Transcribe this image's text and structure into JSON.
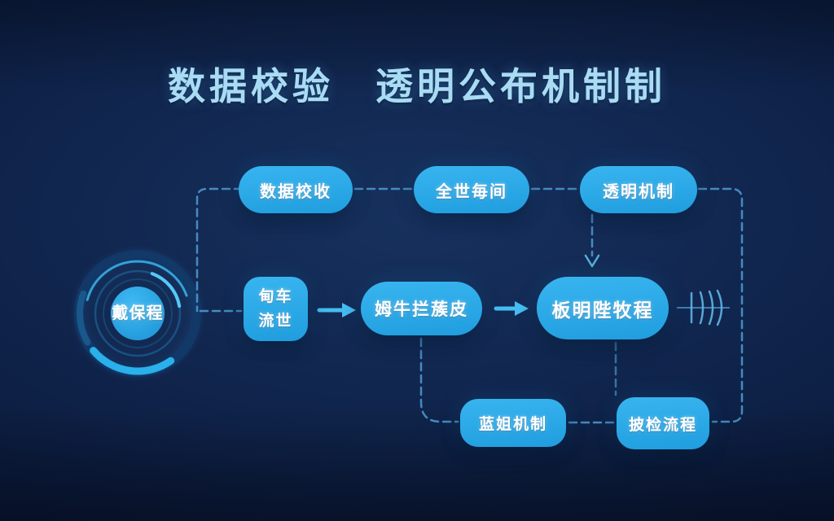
{
  "title": {
    "text": "数据校验　透明公布机制制"
  },
  "hub": {
    "label": "戴保程"
  },
  "nodes": {
    "top": [
      {
        "label": "数据校收"
      },
      {
        "label": "全世毎间"
      },
      {
        "label": "透明机制"
      }
    ],
    "flow_box": {
      "line1": "甸车",
      "line2": "流世"
    },
    "flow_mid": {
      "label": "姆牛拦蔟皮"
    },
    "flow_right": {
      "label": "板明陛牧程"
    },
    "bottom": [
      {
        "label": "蓝姐机制"
      },
      {
        "label": "披检流程"
      }
    ]
  },
  "icons": {
    "arrow_right": "arrow-right",
    "arrow_down": "arrow-down",
    "tally_marks": "tally-marks"
  },
  "colors": {
    "background_center": "#17315e",
    "background_edge": "#050d1f",
    "node_fill_top": "#38b5f0",
    "node_fill_bottom": "#209dde",
    "node_text": "#ffffff",
    "title_text": "#a9dcf4",
    "dashed_line": "#4f9cd2",
    "arrow": "#45bdf2",
    "ring_accent": "#2fb3ea"
  }
}
